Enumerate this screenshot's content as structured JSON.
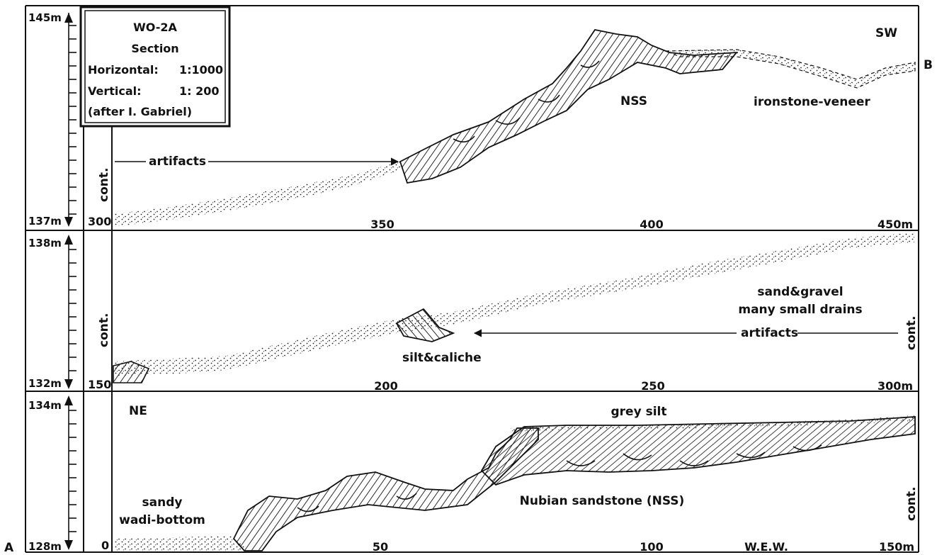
{
  "legend": {
    "title": "WO-2A",
    "subtitle": "Section",
    "horizontal_label": "Horizontal:",
    "horizontal_scale": "1:1000",
    "vertical_label": "Vertical:",
    "vertical_scale": "1: 200",
    "credit": "(after I. Gabriel)"
  },
  "corner_labels": {
    "left": "A",
    "right": "B"
  },
  "panels": [
    {
      "elev_top": "145m",
      "elev_bottom": "137m",
      "cont_label": "cont.",
      "start_label": "300",
      "ticks": [
        "350",
        "400",
        "450m"
      ],
      "labels": {
        "direction": "SW",
        "nss": "NSS",
        "ironstone": "ironstone-veneer",
        "artifacts": "artifacts"
      }
    },
    {
      "elev_top": "138m",
      "elev_bottom": "132m",
      "cont_left": "cont.",
      "cont_right": "cont.",
      "start_label": "150",
      "ticks": [
        "200",
        "250",
        "300m"
      ],
      "labels": {
        "sand_gravel": "sand&gravel",
        "drains": "many small drains",
        "artifacts": "artifacts",
        "silt_caliche": "silt&caliche"
      }
    },
    {
      "elev_top": "134m",
      "elev_bottom": "128m",
      "cont_right": "cont.",
      "start_label": "0",
      "ticks": [
        "50",
        "100",
        "W.E.W.",
        "150m"
      ],
      "labels": {
        "direction": "NE",
        "grey_silt": "grey silt",
        "sandy": "sandy",
        "wadi": "wadi-bottom",
        "nubian": "Nubian sandstone (NSS)"
      }
    }
  ]
}
